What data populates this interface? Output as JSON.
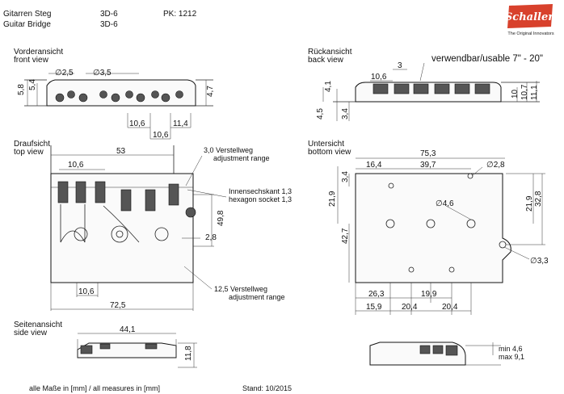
{
  "header": {
    "title_de": "Gitarren Steg",
    "title_en": "Guitar Bridge",
    "model_1": "3D-6",
    "model_2": "3D-6",
    "pk": "PK: 1212",
    "brand": "Schaller",
    "slogan": "The Original Innovators"
  },
  "views": {
    "front": {
      "de": "Vorderansicht",
      "en": "front view"
    },
    "back": {
      "de": "Rückansicht",
      "en": "back view"
    },
    "top": {
      "de": "Draufsicht",
      "en": "top view"
    },
    "bottom": {
      "de": "Untersicht",
      "en": "bottom view"
    },
    "side": {
      "de": "Seitenansicht",
      "en": "side view"
    }
  },
  "front_dims": {
    "d1": "∅2,5",
    "d2": "∅3,5",
    "h1": "5,8",
    "h2": "5,4",
    "h3": "4,7",
    "w1": "10,6",
    "w2": "10,6",
    "w3": "11,4"
  },
  "back_dims": {
    "usable": "verwendbar/usable 7\" - 20\"",
    "a": "3",
    "b": "10,6",
    "h1": "4,1",
    "h2": "4,5",
    "h3": "3,4",
    "h4": "10",
    "h5": "10,7",
    "h6": "11,1"
  },
  "top_dims": {
    "w53": "53",
    "w106": "10,6",
    "h498": "49,8",
    "w28": "2,8",
    "w106b": "10,6",
    "w725": "72,5",
    "adj1_de": "3,0 Verstellweg",
    "adj1_en": "adjustment range",
    "hex_de": "Innensechskant 1,3",
    "hex_en": "hexagon socket 1,3",
    "adj2_de": "12,5 Verstellweg",
    "adj2_en": "adjustment range"
  },
  "bottom_dims": {
    "w753": "75,3",
    "w164": "16,4",
    "w397": "39,7",
    "d28": "∅2,8",
    "h34": "3,4",
    "h219": "21,9",
    "d46": "∅4,6",
    "h219b": "21,9",
    "h328": "32,8",
    "h427": "42,7",
    "d33": "∅3,3",
    "w263": "26,3",
    "w199": "19,9",
    "w159": "15,9",
    "w204a": "20,4",
    "w204b": "20,4"
  },
  "side_dims": {
    "w441": "44,1",
    "h118": "11,8",
    "min": "min  4,6",
    "max": "max 9,1"
  },
  "footer": {
    "measures": "alle Maße in [mm] / all measures in [mm]",
    "stand": "Stand: 10/2015"
  }
}
